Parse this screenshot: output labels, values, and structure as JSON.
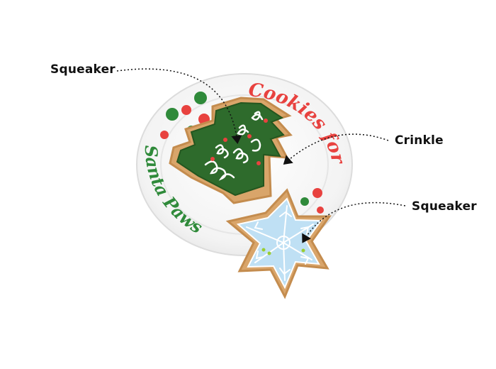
{
  "labels": {
    "tree_squeaker": "Squeaker",
    "tree_crinkle": "Crinkle",
    "snowflake_squeaker": "Squeaker"
  },
  "plate_text": {
    "top": "Cookies for",
    "left": "Santa Paws"
  },
  "colors": {
    "plate": "#f4f4f4",
    "plate_rim": "#e2e2e2",
    "red": "#e8423f",
    "green": "#2f8a3a",
    "tree": "#2e6b2c",
    "tree_dark": "#24561f",
    "cookie": "#d9a56a",
    "snowflake": "#bfe0f4",
    "icing": "#ffffff",
    "arrow": "#111111"
  }
}
